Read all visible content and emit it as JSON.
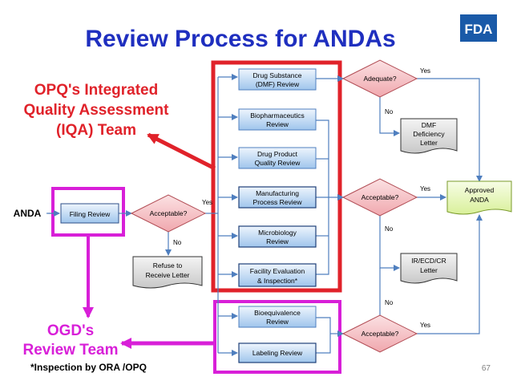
{
  "title": "Review Process for ANDAs",
  "logo": "FDA",
  "page_number": "67",
  "footnote": "*Inspection by ORA /OPQ",
  "annotations": {
    "opq_team": [
      "OPQ's Integrated",
      "Quality Assessment",
      "(IQA) Team"
    ],
    "ogd_team": [
      "OGD's",
      "Review Team"
    ]
  },
  "nodes": {
    "anda": "ANDA",
    "filing_review": "Filing Review",
    "acceptable_1": "Acceptable?",
    "refuse": [
      "Refuse to",
      "Receive Letter"
    ],
    "drug_substance": [
      "Drug Substance",
      "(DMF) Review"
    ],
    "biopharm": [
      "Biopharmaceutics",
      "Review"
    ],
    "drug_product": [
      "Drug Product",
      "Quality Review"
    ],
    "manufacturing": [
      "Manufacturing",
      "Process Review"
    ],
    "microbiology": [
      "Microbiology",
      "Review"
    ],
    "facility": [
      "Facility Evaluation",
      "& Inspection*"
    ],
    "bioequivalence": [
      "Bioequivalence",
      "Review"
    ],
    "labeling": "Labeling Review",
    "adequate": "Adequate?",
    "dmf_letter": [
      "DMF",
      "Deficiency",
      "Letter"
    ],
    "acceptable_2": "Acceptable?",
    "approved": [
      "Approved",
      "ANDA"
    ],
    "ir_letter": [
      "IR/ECD/CR",
      "Letter"
    ],
    "acceptable_3": "Acceptable?"
  },
  "edge_labels": {
    "yes": "Yes",
    "no": "No"
  },
  "colors": {
    "title": "#1f2fbf",
    "annotation_red": "#e0222a",
    "annotation_magenta": "#d81fd8",
    "process_fill_top": "#e8f1fb",
    "process_fill_bottom": "#9cc4ec",
    "decision_fill": "#f7c9cc",
    "letter_fill": "#d9d9d9",
    "approved_fill": "#eaf7c4",
    "arrow": "#4f7fbf"
  }
}
